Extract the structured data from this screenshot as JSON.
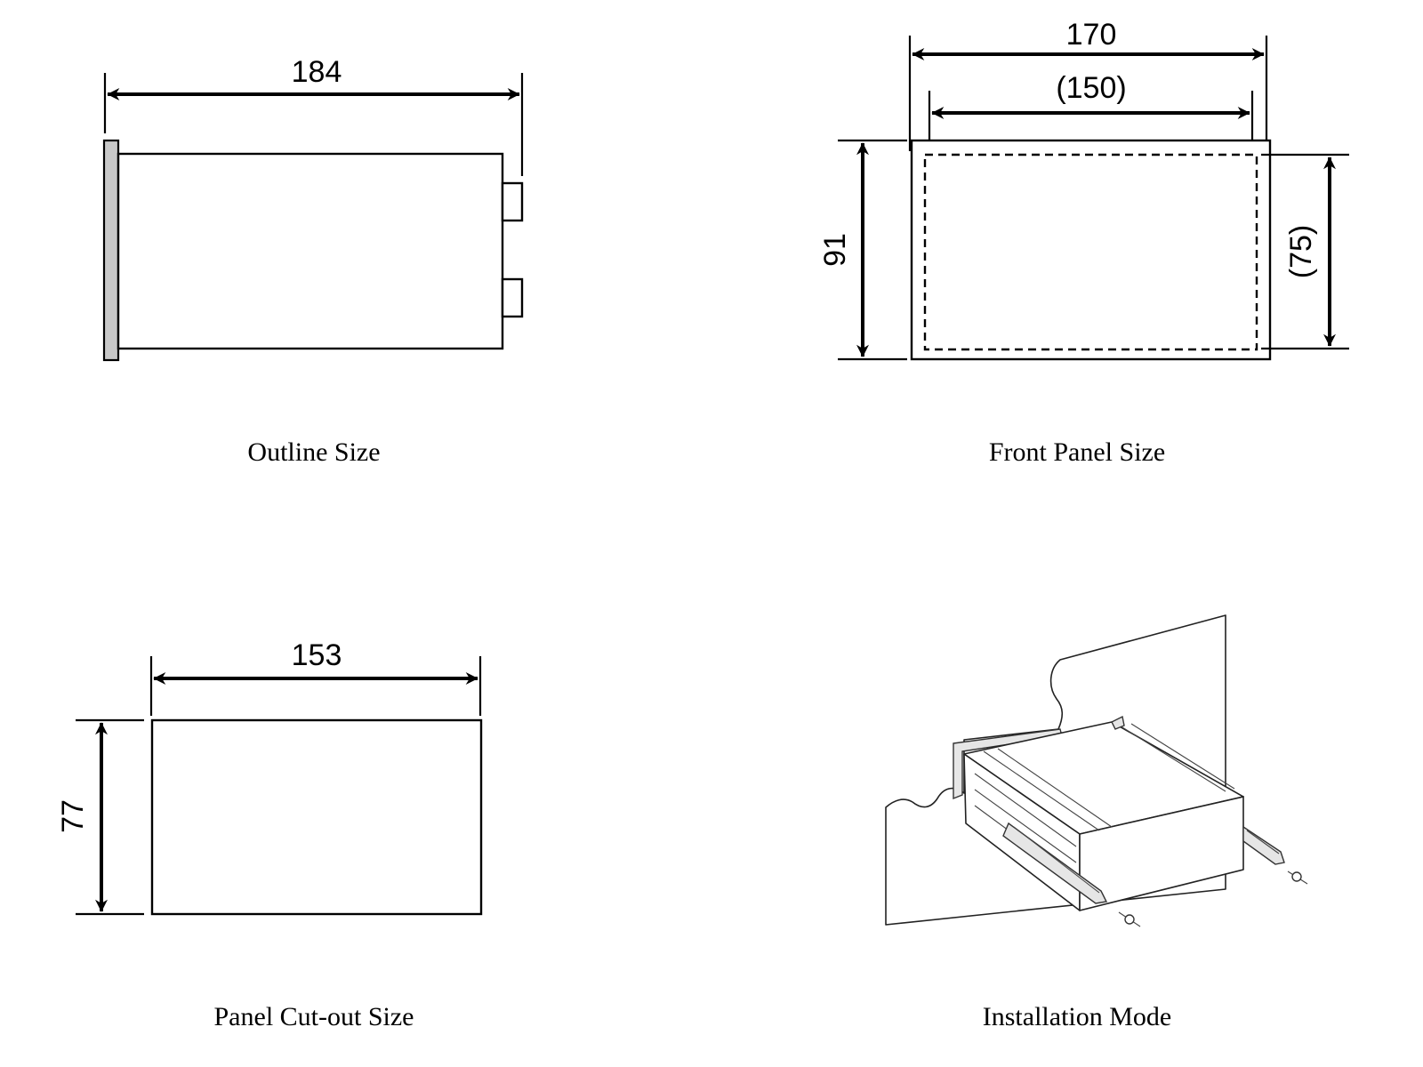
{
  "outline": {
    "caption": "Outline Size",
    "width_label": "184"
  },
  "front_panel": {
    "caption": "Front Panel Size",
    "outer_width_label": "170",
    "inner_width_label": "(150)",
    "outer_height_label": "91",
    "inner_height_label": "(75)"
  },
  "cutout": {
    "caption": "Panel Cut-out Size",
    "width_label": "153",
    "height_label": "77"
  },
  "installation": {
    "caption": "Installation Mode"
  },
  "colors": {
    "line": "#000000",
    "bezel_fill": "#c8c8c8",
    "background": "#ffffff"
  }
}
